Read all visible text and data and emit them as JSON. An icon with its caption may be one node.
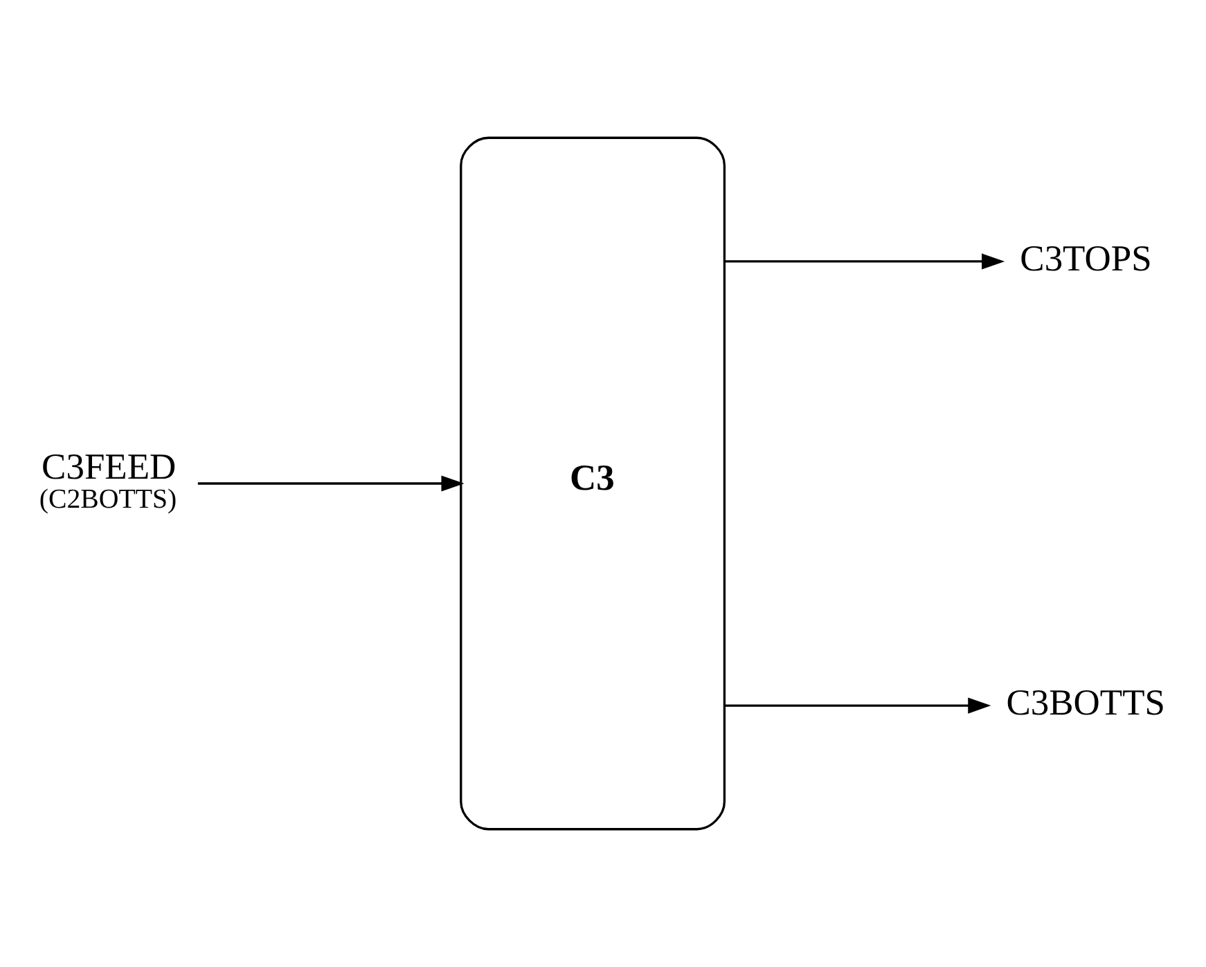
{
  "diagram": {
    "nodes": [
      {
        "text": [
          "C3FEED",
          "(C2BOTTS)"
        ]
      },
      {
        "text": [
          "C3"
        ]
      },
      {
        "text": [
          "C3TOPS"
        ]
      },
      {
        "text": [
          "C3BOTTS"
        ]
      }
    ],
    "edges": [
      {
        "from": 0,
        "to": 1,
        "arrow": "to"
      },
      {
        "from": 1,
        "to": 2,
        "arrow": "to"
      },
      {
        "from": 1,
        "to": 3,
        "arrow": "to"
      }
    ]
  }
}
